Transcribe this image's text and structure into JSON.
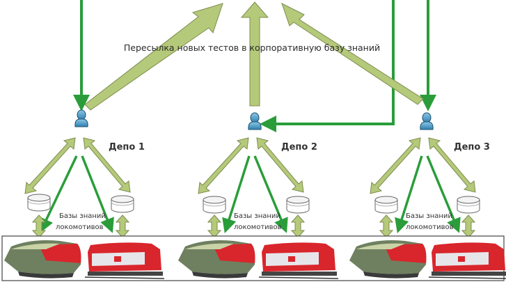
{
  "title": "Пересылка новых тестов в корпоративную базу знаний",
  "depots": [
    {
      "label": "Депо 1",
      "kb_line1": "Базы знаний",
      "kb_line2": "локомотивов"
    },
    {
      "label": "Депо 2",
      "kb_line1": "Базы знаний",
      "kb_line2": "локомотивов"
    },
    {
      "label": "Депо 3",
      "kb_line1": "Базы знаний",
      "kb_line2": "локомотивов"
    }
  ],
  "colors": {
    "green_line": "#2a9d3a",
    "olive_arrow": "#b5c97a",
    "olive_stroke": "#7d8c4e",
    "user_blue": "#4a97c4",
    "loco_red": "#d8262c"
  }
}
